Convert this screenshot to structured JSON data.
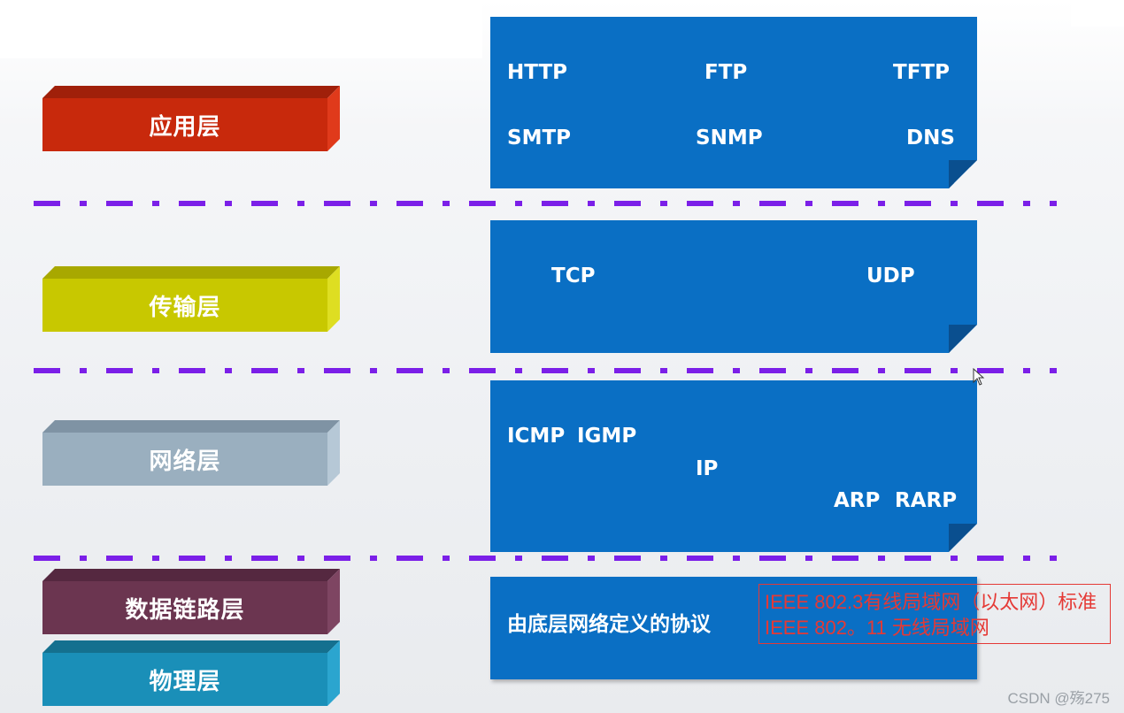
{
  "layers": [
    {
      "label": "应用层",
      "color": "#c8290c",
      "top_color": "#a0200a",
      "side_color": "#e03a1b"
    },
    {
      "label": "传输层",
      "color": "#c8c800",
      "top_color": "#a8a800",
      "side_color": "#dede22"
    },
    {
      "label": "网络层",
      "color": "#9aafbf",
      "top_color": "#7f93a4",
      "side_color": "#b6c8d6"
    },
    {
      "label": "数据链路层",
      "color": "#6b3550",
      "top_color": "#552840",
      "side_color": "#7e4562"
    },
    {
      "label": "物理层",
      "color": "#1a8fb8",
      "top_color": "#14708f",
      "side_color": "#2ba5cf"
    }
  ],
  "panels": {
    "application": [
      "HTTP",
      "FTP",
      "TFTP",
      "SMTP",
      "SNMP",
      "DNS"
    ],
    "transport": [
      "TCP",
      "UDP"
    ],
    "network": [
      "ICMP",
      "IGMP",
      "IP",
      "ARP",
      "RARP"
    ],
    "link_physical": [
      "由底层网络定义的协议"
    ]
  },
  "annotation": {
    "line1": "IEEE 802.3有线局域网（以太网）标准",
    "line2": "IEEE 802。11 无线局域网"
  },
  "watermark": "CSDN @殇275",
  "colors": {
    "panel": "#0a6fc4",
    "divider": "#7b1fe8",
    "annotation": "#e53935"
  }
}
